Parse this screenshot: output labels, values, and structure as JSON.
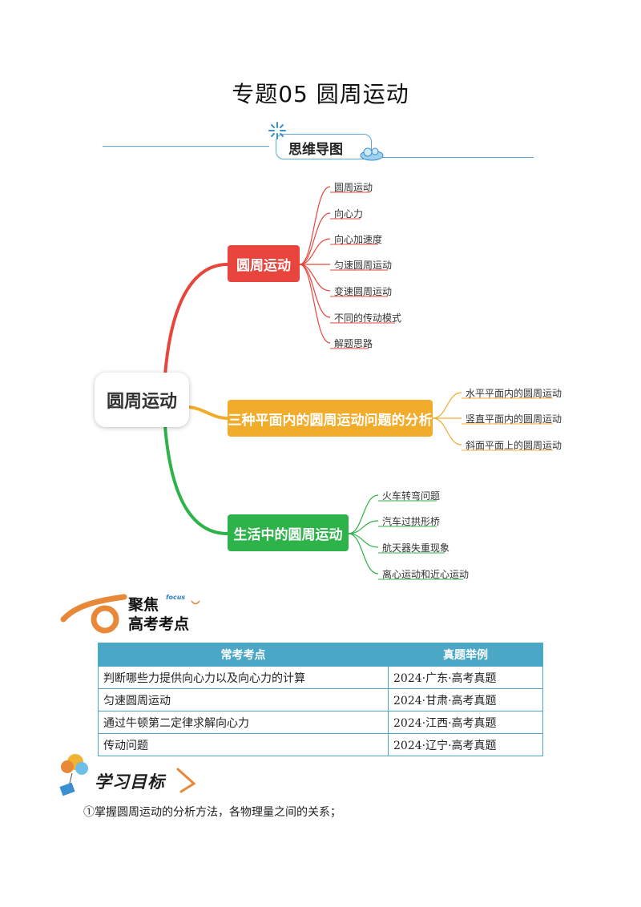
{
  "title": "专题05  圆周运动",
  "banner": {
    "label": "思维导图"
  },
  "mindmap": {
    "center": "圆周运动",
    "branches": [
      {
        "label": "圆周运动",
        "color": "#e8453c",
        "leaves": [
          "圆周运动",
          "向心力",
          "向心加速度",
          "匀速圆周运动",
          "变速圆周运动",
          "不同的传动模式",
          "解题思路"
        ]
      },
      {
        "label": "三种平面内的圆周运动问题的分析",
        "color": "#f0ac2a",
        "leaves": [
          "水平平面内的圆周运动",
          "竖直平面内的圆周运动",
          "斜面平面上的圆周运动"
        ]
      },
      {
        "label": "生活中的圆周运动",
        "color": "#2eb24a",
        "leaves": [
          "火车转弯问题",
          "汽车过拱形桥",
          "航天器失重现象",
          "离心运动和近心运动"
        ]
      }
    ]
  },
  "focus": {
    "line1": "聚焦",
    "line2": "高考考点",
    "tag": "focus"
  },
  "exam_table": {
    "headers": [
      "常考考点",
      "真题举例"
    ],
    "rows": [
      [
        "判断哪些力提供向心力以及向心力的计算",
        "2024·广东·高考真题"
      ],
      [
        "匀速圆周运动",
        "2024·甘肃·高考真题"
      ],
      [
        "通过牛顿第二定律求解向心力",
        "2024·江西·高考真题"
      ],
      [
        "传动问题",
        "2024·辽宁·高考真题"
      ]
    ],
    "header_color": "#4aa7c5"
  },
  "goals": {
    "heading": "学习目标",
    "items": [
      "①掌握圆周运动的分析方法，各物理量之间的关系；"
    ]
  }
}
